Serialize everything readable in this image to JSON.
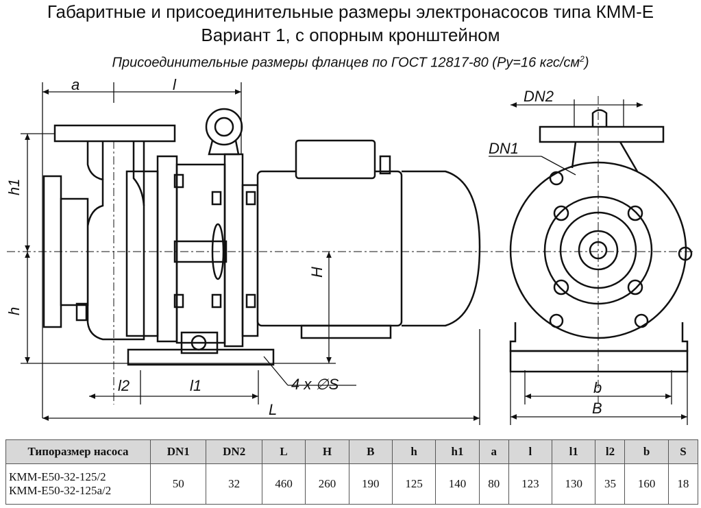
{
  "title_line1": "Габаритные и присоединительные размеры электронасосов типа КММ-Е",
  "title_line2": "Вариант 1, с опорным кронштейном",
  "subtitle_text": "Присоединительные размеры фланцев по ГОСТ 12817-80 (Ру=16 кгс/см",
  "subtitle_sup": "2",
  "subtitle_end": ")",
  "labels": {
    "a": "a",
    "l": "l",
    "h1": "h1",
    "h": "h",
    "H": "H",
    "l1": "l1",
    "l2": "l2",
    "L": "L",
    "holes": "4 x ∅S",
    "DN2": "DN2",
    "DN1": "DN1",
    "b": "b",
    "B": "B"
  },
  "table": {
    "headers": [
      "Типоразмер насоса",
      "DN1",
      "DN2",
      "L",
      "H",
      "B",
      "h",
      "h1",
      "a",
      "l",
      "l1",
      "l2",
      "b",
      "S"
    ],
    "row": {
      "model_1": "КММ-Е50-32-125/2",
      "model_2": "КММ-Е50-32-125а/2",
      "values": [
        "50",
        "32",
        "460",
        "260",
        "190",
        "125",
        "140",
        "80",
        "123",
        "130",
        "35",
        "160",
        "18"
      ]
    }
  }
}
